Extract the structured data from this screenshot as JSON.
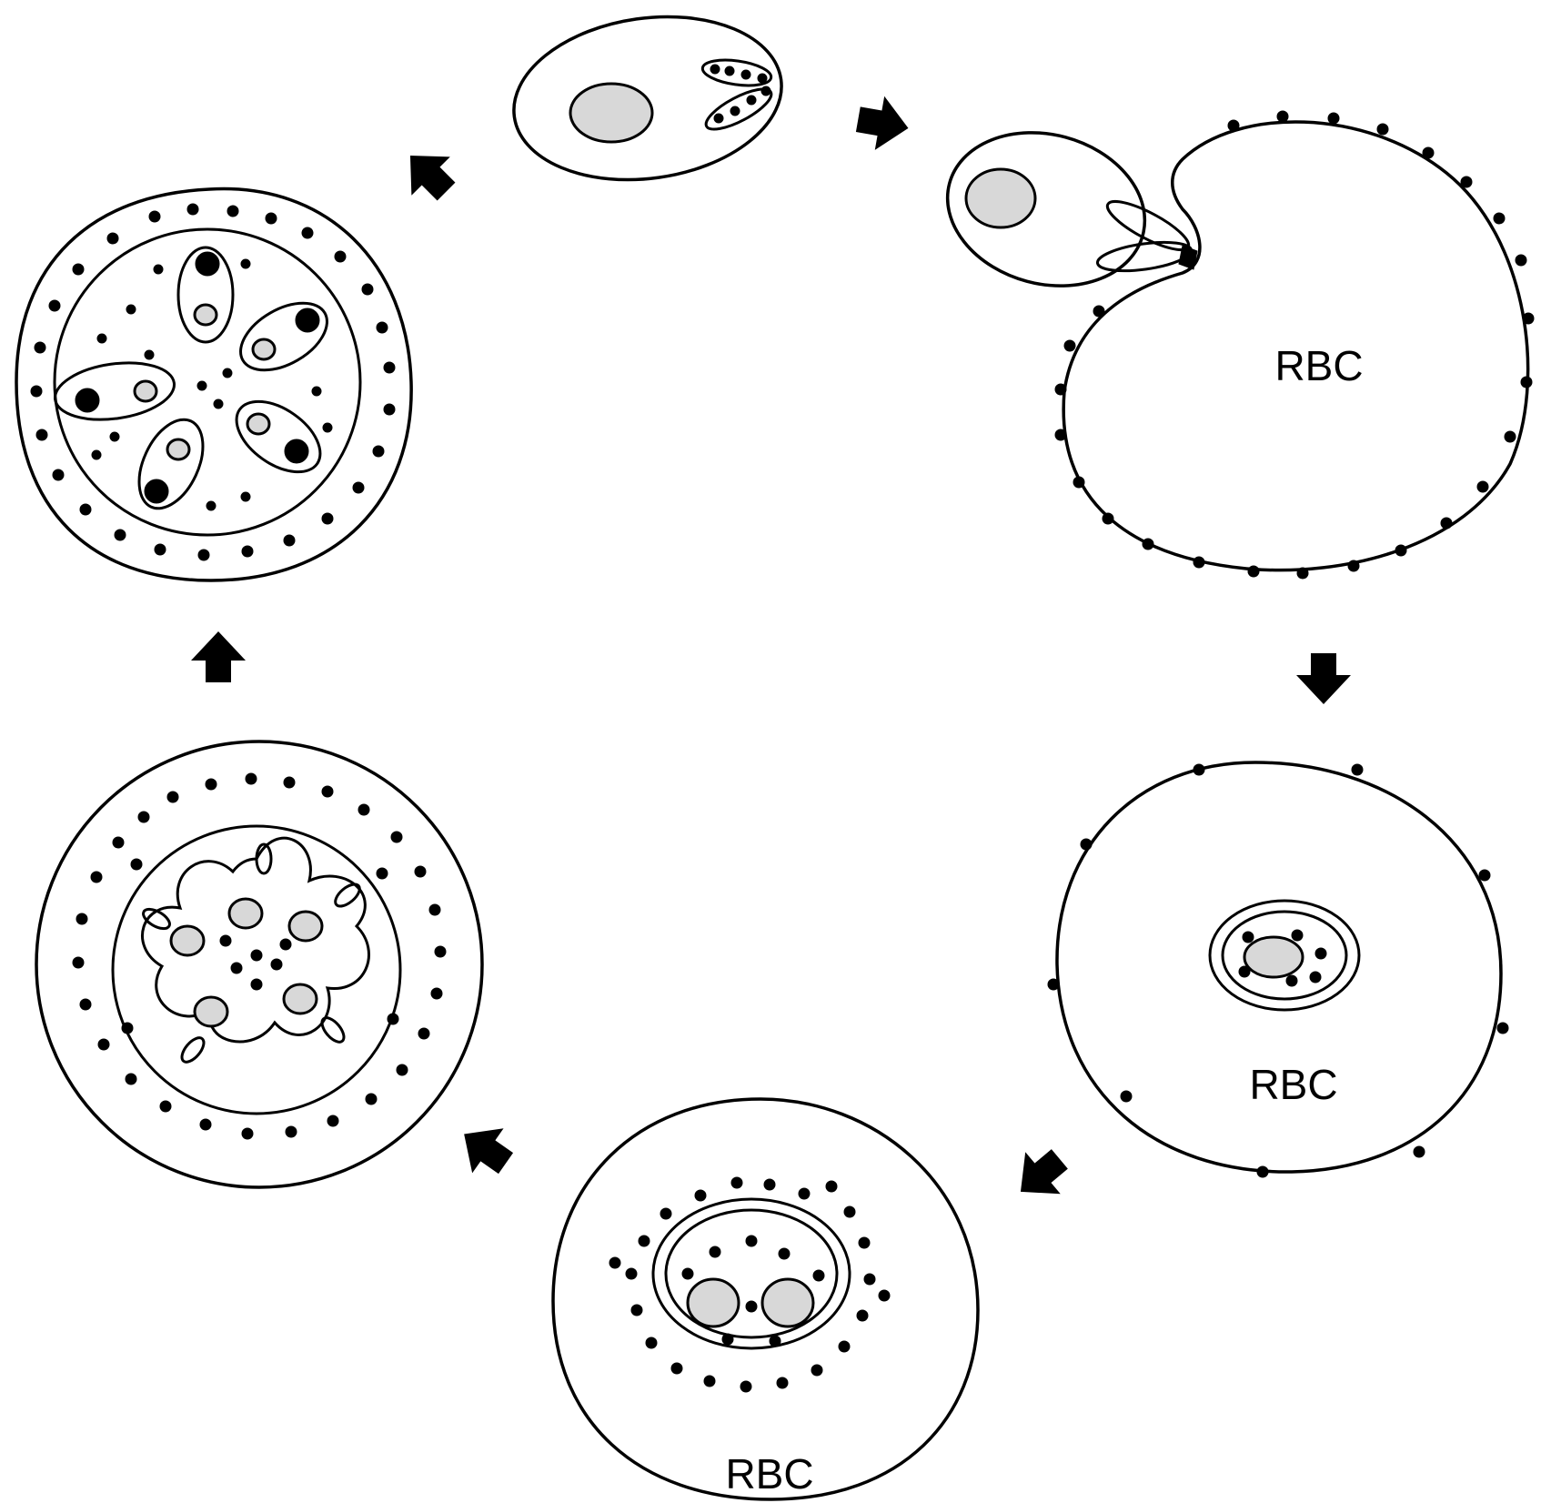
{
  "labels": {
    "rbc_top": "RBC",
    "rbc_right": "RBC",
    "rbc_bottom": "RBC"
  },
  "colors": {
    "ink": "#000000",
    "background": "#ffffff",
    "nucleus_fill": "#d8d8d8"
  },
  "stages": [
    {
      "name": "free-merozoite",
      "description_icon": "oval-cell-icon"
    },
    {
      "name": "attachment-to-rbc",
      "description_icon": "rbc-invasion-icon"
    },
    {
      "name": "ring-in-rbc",
      "description_icon": "ring-stage-icon"
    },
    {
      "name": "binucleate-in-rbc",
      "description_icon": "two-nuclei-icon"
    },
    {
      "name": "lobed-schizont",
      "description_icon": "star-schizont-icon"
    },
    {
      "name": "segmented-schizont",
      "description_icon": "rosette-schizont-icon"
    }
  ]
}
